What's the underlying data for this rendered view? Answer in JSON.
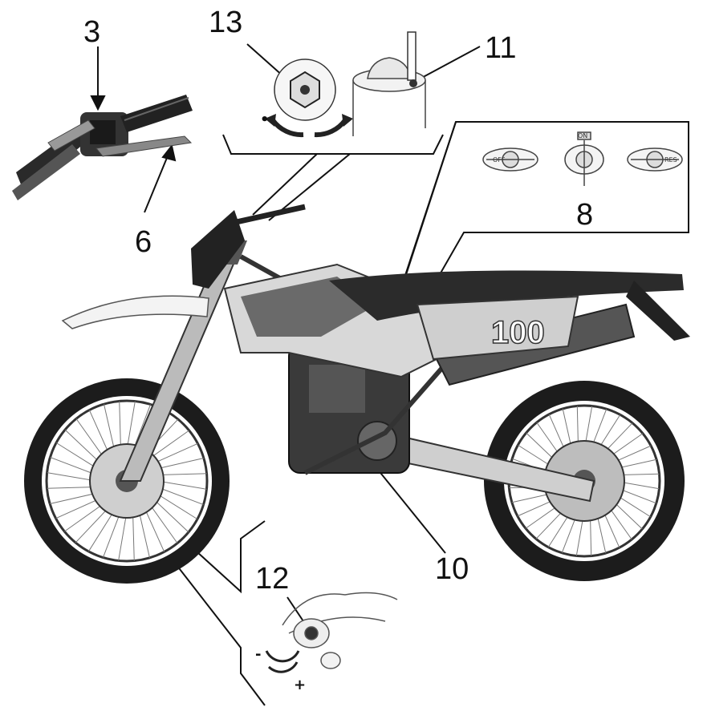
{
  "callouts": {
    "c3": "3",
    "c13": "13",
    "c11": "11",
    "c6": "6",
    "c8": "8",
    "c12": "12",
    "c10": "10"
  },
  "side_panel_text": "100",
  "inset_8_labels": [
    "OFF",
    "ON",
    "RES"
  ],
  "signs": {
    "minus": "-",
    "plus": "+",
    "dot": "•"
  }
}
